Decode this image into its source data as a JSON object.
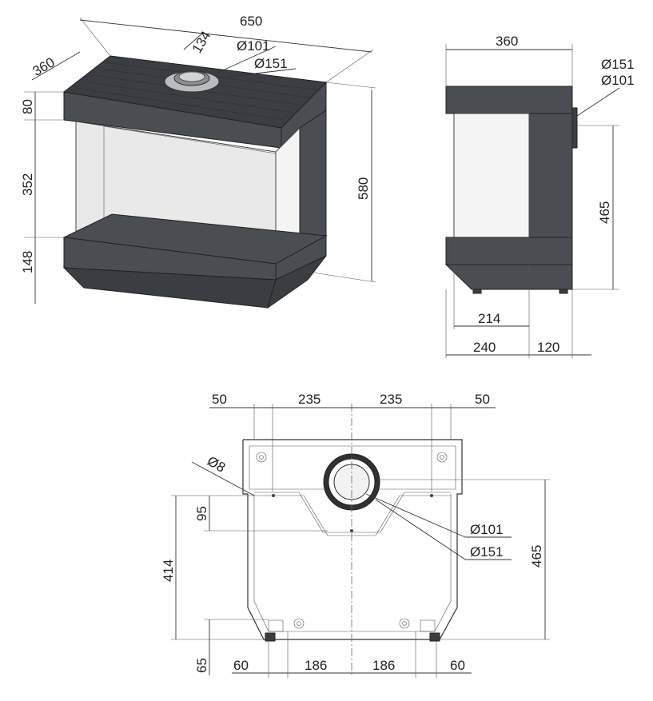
{
  "perspective_view": {
    "dim_width": "650",
    "dim_depth": "360",
    "dim_offset": "134",
    "dim_inner_diameter": "Ø101",
    "dim_outer_diameter": "Ø151",
    "dim_top_height": "80",
    "dim_glass_height": "352",
    "dim_base_height": "148",
    "dim_total_height": "580"
  },
  "side_view": {
    "dim_depth": "360",
    "dim_outer_diameter": "Ø151",
    "dim_inner_diameter": "Ø101",
    "dim_height": "465",
    "dim_glass_depth": "214",
    "dim_front_section": "240",
    "dim_rear_section": "120"
  },
  "bottom_view": {
    "dim_left_margin": "50",
    "dim_left_half": "235",
    "dim_right_half": "235",
    "dim_right_margin": "50",
    "dim_hole_diameter": "Ø8",
    "dim_offset_95": "95",
    "dim_height_414": "414",
    "dim_height_465": "465",
    "dim_bottom_65": "65",
    "dim_foot_left_60": "60",
    "dim_foot_left_186": "186",
    "dim_foot_right_186": "186",
    "dim_foot_right_60": "60",
    "dim_inner_diameter": "Ø101",
    "dim_outer_diameter": "Ø151"
  }
}
